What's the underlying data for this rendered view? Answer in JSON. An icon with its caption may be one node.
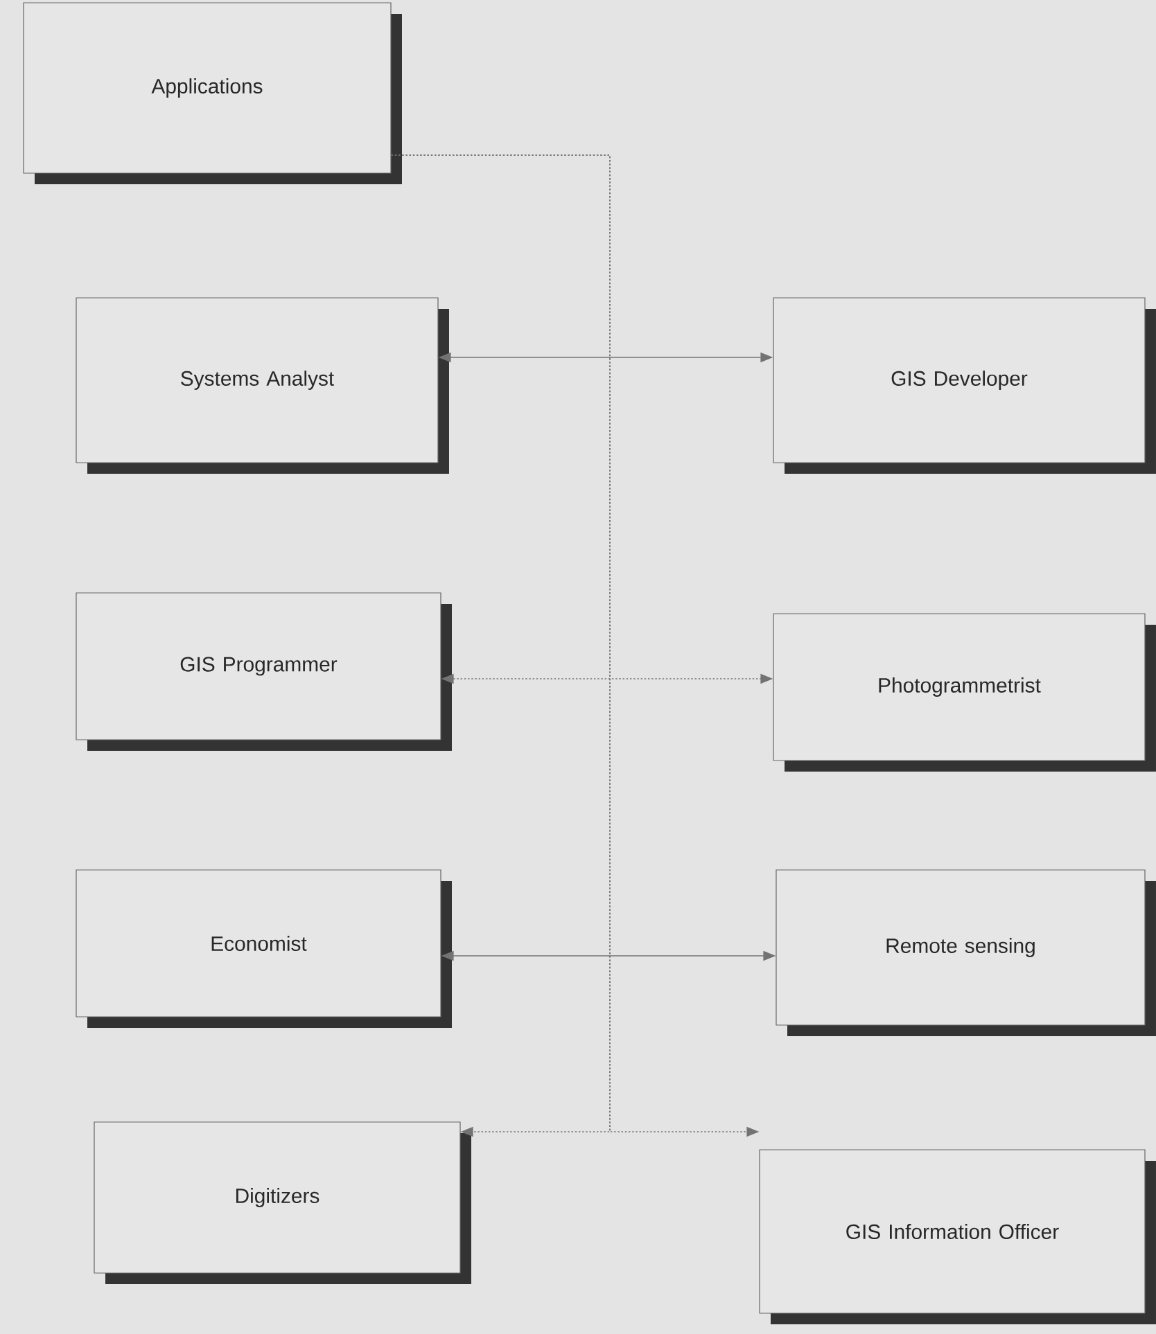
{
  "diagram": {
    "nodes": [
      {
        "text": [
          "Applications"
        ]
      },
      {
        "text": [
          "Systems Analyst"
        ]
      },
      {
        "text": [
          "GIS Developer"
        ]
      },
      {
        "text": [
          "GIS Programmer"
        ]
      },
      {
        "text": [
          "Photogrammetrist"
        ]
      },
      {
        "text": [
          "Economist"
        ]
      },
      {
        "text": [
          "Remote sensing"
        ]
      },
      {
        "text": [
          "Digitizers"
        ]
      },
      {
        "text": [
          "GIS Information Officer"
        ]
      }
    ],
    "edges": [
      {
        "from": 1,
        "to": 2,
        "arrow": "both"
      },
      {
        "from": 3,
        "to": 4,
        "arrow": "both",
        "style": "dashed"
      },
      {
        "from": 5,
        "to": 6,
        "arrow": "both"
      },
      {
        "from": 0,
        "to": 7,
        "arrow": "to",
        "style": "dashed"
      },
      {
        "from": 0,
        "to": 8,
        "arrow": "to",
        "style": "dashed"
      }
    ]
  }
}
